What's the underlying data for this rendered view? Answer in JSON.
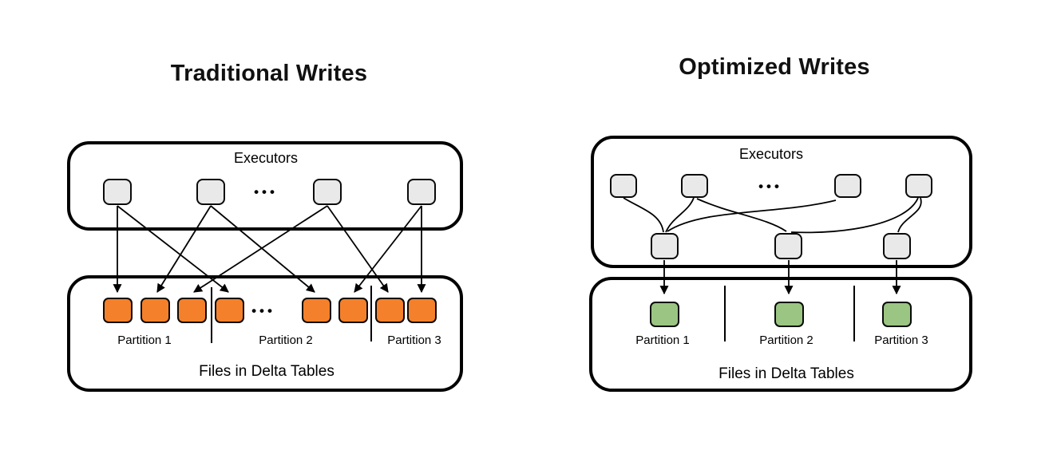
{
  "left": {
    "title": "Traditional Writes",
    "executors_label": "Executors",
    "executors_ellipsis": "•••",
    "files_ellipsis": "•••",
    "partitions": [
      "Partition 1",
      "Partition 2",
      "Partition 3"
    ],
    "files_label": "Files in Delta Tables"
  },
  "right": {
    "title": "Optimized Writes",
    "executors_label": "Executors",
    "executors_ellipsis": "•••",
    "partitions": [
      "Partition 1",
      "Partition 2",
      "Partition 3"
    ],
    "files_label": "Files in Delta Tables"
  },
  "colors": {
    "traditional_file_fill": "#f5802b",
    "optimized_file_fill": "#9bc582",
    "executor_fill": "#e9e9e9",
    "line": "#000000",
    "background": "#ffffff"
  }
}
